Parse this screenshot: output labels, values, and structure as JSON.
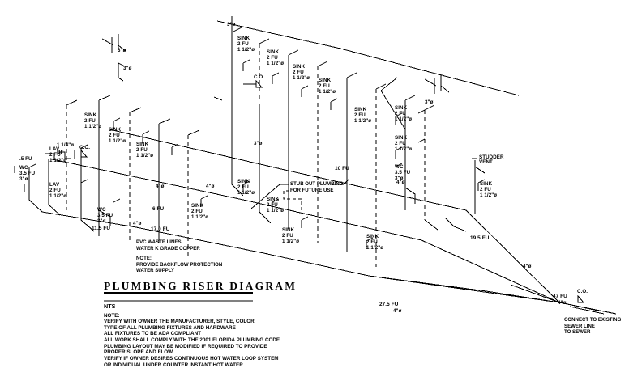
{
  "drawing": {
    "title": "PLUMBING RISER DIAGRAM",
    "scale": "NTS",
    "notes_heading": "NOTE:",
    "notes_lines": "VERIFY WITH OWNER THE MANUFACTURER, STYLE, COLOR,\nTYPE OF ALL PLUMBING FIXTURES AND HARDWARE\nALL FIXTURES TO BE ADA COMPLIANT\nALL WORK SHALL COMPLY WITH THE 2001 FLORIDA PLUMBING CODE\nPLUMBING LAYOUT MAY BE MODIFIED IF REQUIRED TO PROVIDE\nPROPER SLOPE AND FLOW.\nVERIFY IF OWNER DESIRES CONTINUOUS HOT WATER LOOP SYSTEM\nOR INDIVIDUAL UNDER COUNTER INSTANT HOT WATER",
    "material_note": "PVC WASTE LINES\nWATER K GRADE COPPER",
    "backflow_note": "NOTE:\nPROVIDE BACKFLOW PROTECTION\nWATER SUPPLY",
    "stub_note": "STUB OUT PLUMBING\nFOR FUTURE USE",
    "sewer_note": "CONNECT TO EXISTING\nSEWER LINE\nTO SEWER"
  },
  "fixtures": [
    {
      "id": "df-left",
      "name": "DF",
      "fu": ".5 FU",
      "size": "1 1/4\"ø"
    },
    {
      "id": "wc-left-1",
      "name": "WC",
      "fu": "3.5 FU",
      "size": "3\"ø"
    },
    {
      "id": "lav-left-1",
      "name": "LAV",
      "fu": "2 FU",
      "size": "1 1/2\"ø"
    },
    {
      "id": "lav-left-2",
      "name": "LAV",
      "fu": "2 FU",
      "size": "1 1/2\"ø"
    },
    {
      "id": "wc-left-2",
      "name": "WC",
      "fu": "3.5 FU",
      "size": "3\"ø"
    },
    {
      "id": "sink-1",
      "name": "SINK",
      "fu": "2 FU",
      "size": "1 1/2\"ø"
    },
    {
      "id": "sink-2",
      "name": "SINK",
      "fu": "2 FU",
      "size": "1 1/2\"ø"
    },
    {
      "id": "sink-3",
      "name": "SINK",
      "fu": "2 FU",
      "size": "1 1/2\"ø"
    },
    {
      "id": "sink-4",
      "name": "SINK",
      "fu": "2 FU",
      "size": "1 1/2\"ø"
    },
    {
      "id": "sink-5",
      "name": "SINK",
      "fu": "2 FU",
      "size": "1 1/2\"ø"
    },
    {
      "id": "sink-6",
      "name": "SINK",
      "fu": "2 FU",
      "size": "1 1/2\"ø"
    },
    {
      "id": "sink-7",
      "name": "SINK",
      "fu": "2 FU",
      "size": "1 1/2\"ø"
    },
    {
      "id": "sink-8",
      "name": "SINK",
      "fu": "2 FU",
      "size": "1 1/2\"ø"
    },
    {
      "id": "sink-9",
      "name": "SINK",
      "fu": "2 FU",
      "size": "1 1/2\"ø"
    },
    {
      "id": "sink-10",
      "name": "SINK",
      "fu": "2 FU",
      "size": "1 1/2\"ø"
    },
    {
      "id": "sink-11",
      "name": "SINK",
      "fu": "2 FU",
      "size": "1 1/2\"ø"
    },
    {
      "id": "sink-12",
      "name": "SINK",
      "fu": "2 FU",
      "size": "1 1/2\"ø"
    },
    {
      "id": "sink-13",
      "name": "SINK",
      "fu": "2 FU",
      "size": "1 1/2\"ø"
    },
    {
      "id": "wc-right",
      "name": "WC",
      "fu": "3.5 FU",
      "size": "3\"ø"
    },
    {
      "id": "sink-studder",
      "name": "SINK",
      "fu": "2 FU",
      "size": "1 1/2\"ø"
    }
  ],
  "vents": [
    {
      "id": "vent-1",
      "size": "3\"ø"
    },
    {
      "id": "vent-2",
      "size": "3\"ø"
    },
    {
      "id": "vent-3",
      "size": "3\"ø"
    },
    {
      "id": "vent-4",
      "size": "3\"ø"
    },
    {
      "id": "vent-5",
      "size": "3\"ø"
    }
  ],
  "studder_vent": "STUDDER\nVENT",
  "cleanouts": [
    {
      "id": "co-left",
      "label": "C.O."
    },
    {
      "id": "co-mid",
      "label": "C.O."
    },
    {
      "id": "co-right",
      "label": "C.O."
    }
  ],
  "run_labels": {
    "fu_11_5": "11.5 FU",
    "fu_17_0": "17.0 FU",
    "fu_6": "6 FU",
    "fu_10": "10 FU",
    "fu_19_5": "19.5 FU",
    "fu_27_5": "27.5 FU",
    "fu_47": "47 FU"
  },
  "pipe_sizes": {
    "s4_a": "4\"ø",
    "s4_b": "4\"ø",
    "s4_c": "4\"ø",
    "s4_d": "4\"ø",
    "s4_e": "4\"ø",
    "s4_f": "4\"ø",
    "s4_g": "4\"ø"
  },
  "colors": {
    "line": "#000000",
    "background": "#ffffff"
  }
}
